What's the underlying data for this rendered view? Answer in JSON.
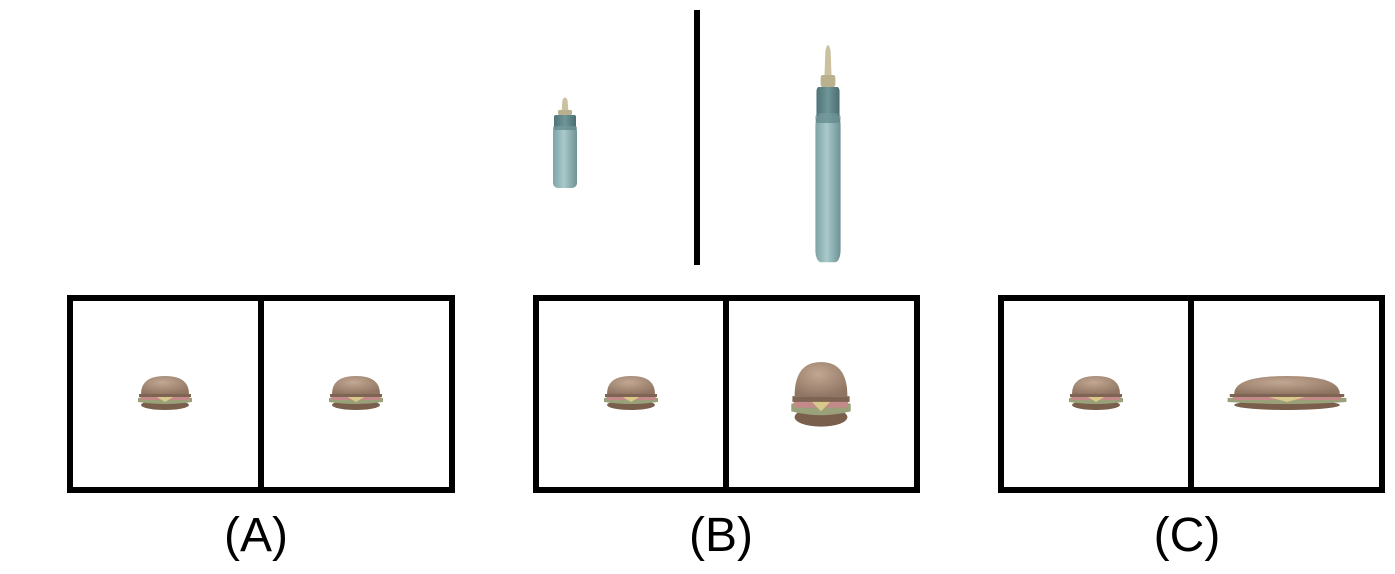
{
  "example": {
    "left_object": "baby-bottle-icon",
    "right_object": "baby-bottle-icon",
    "transformation": "height-stretched"
  },
  "choices": [
    {
      "label": "(A)",
      "left_object": "burger-icon",
      "right_object": "burger-icon",
      "transformation": "identical"
    },
    {
      "label": "(B)",
      "left_object": "burger-icon",
      "right_object": "burger-icon",
      "transformation": "height-stretched"
    },
    {
      "label": "(C)",
      "left_object": "burger-icon",
      "right_object": "burger-icon",
      "transformation": "width-stretched"
    }
  ],
  "colors": {
    "frame": "#000000",
    "bottle_body": "#8fb3b5",
    "bottle_cap": "#5e8589",
    "bottle_nipple": "#c9c1a0",
    "bun": "#a88d78",
    "patty": "#7e6452",
    "lettuce": "#9aa07a",
    "tomato": "#c48a8a",
    "cheese": "#d8c88a"
  }
}
